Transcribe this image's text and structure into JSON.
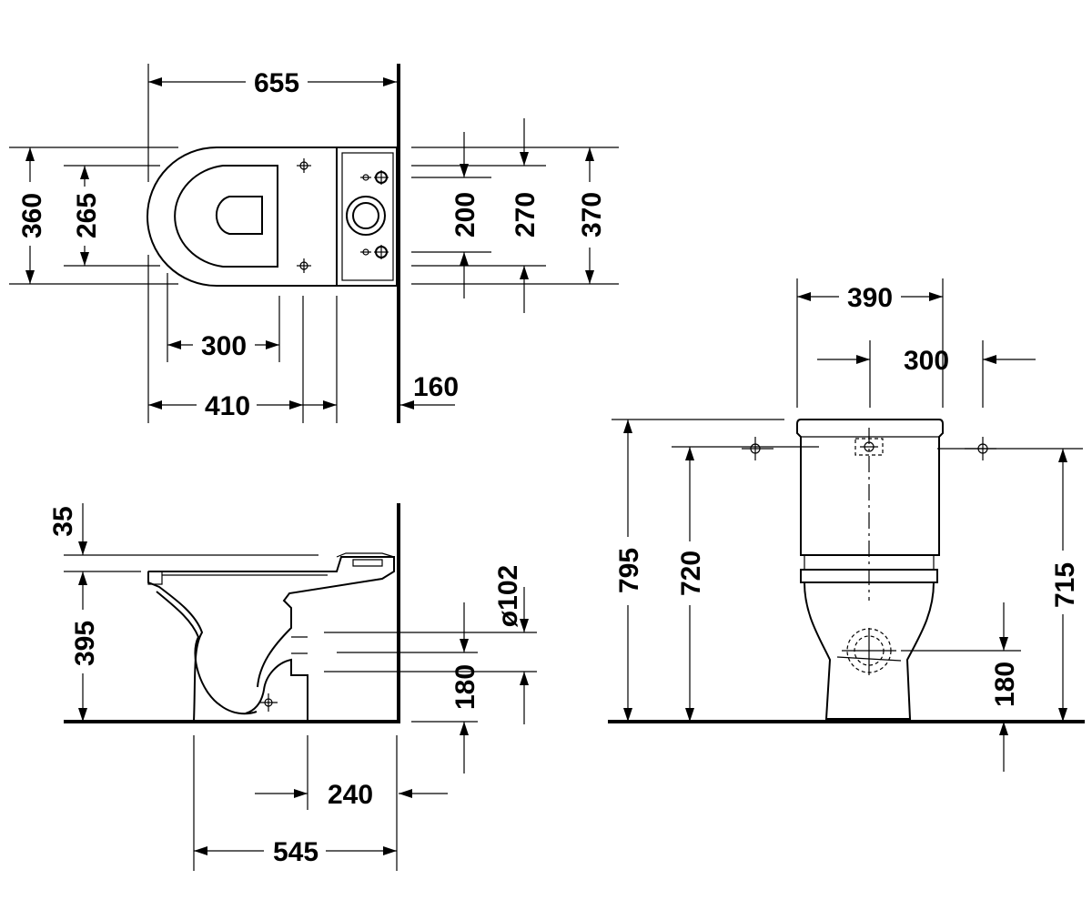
{
  "colors": {
    "line": "#000000",
    "background": "#ffffff"
  },
  "top_view": {
    "width_655": "655",
    "seat_depth_360": "360",
    "seat_inner_265": "265",
    "fix_300": "300",
    "fix_410": "410",
    "wall_160": "160",
    "tank_200": "200",
    "tank_270": "270",
    "tank_370": "370"
  },
  "side_view": {
    "seat_35": "35",
    "height_395": "395",
    "outlet_dia_102": "ø102",
    "outlet_180": "180",
    "outlet_240": "240",
    "depth_545": "545"
  },
  "front_view": {
    "tank_width_390": "390",
    "hole_spacing_300": "300",
    "height_795": "795",
    "height_720": "720",
    "height_715": "715",
    "outlet_180": "180"
  }
}
